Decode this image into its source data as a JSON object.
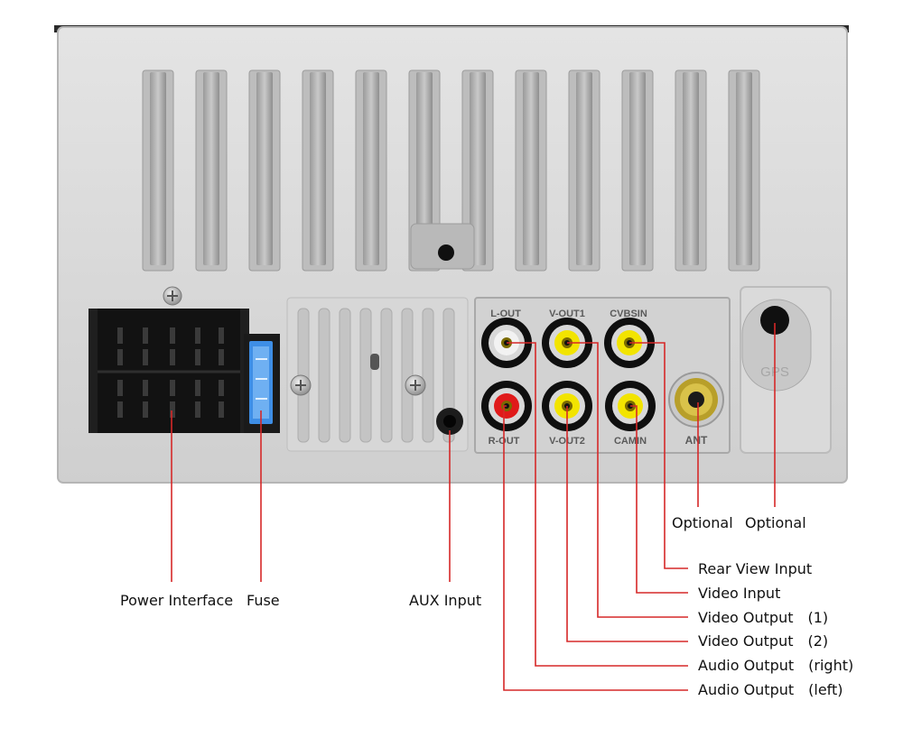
{
  "panel": {
    "port_labels": {
      "l_out": "L-OUT",
      "v_out1": "V-OUT1",
      "cvbs_in": "CVBSIN",
      "r_out": "R-OUT",
      "v_out2": "V-OUT2",
      "cam_in": "CAMIN",
      "ant": "ANT",
      "gps": "GPS"
    }
  },
  "callouts": {
    "power_interface": "Power Interface",
    "fuse": "Fuse",
    "aux_input": "AUX Input",
    "optional_ant": "Optional",
    "optional_gps": "Optional",
    "rear_view_input": "Rear View Input",
    "video_input": "Video Input",
    "video_output_1": "Video Output　(1)",
    "video_output_2": "Video Output　(2)",
    "audio_output_right": "Audio Output　(right)",
    "audio_output_left": "Audio Output　(left)"
  },
  "colors": {
    "leader_line": "#d62828",
    "panel_silver": "#d9d9d9",
    "rca_white": "#f2f2f2",
    "rca_yellow": "#f2e400",
    "rca_red": "#e01a1a",
    "connector_black": "#121212",
    "fuse_blue": "#3e8ee6"
  }
}
